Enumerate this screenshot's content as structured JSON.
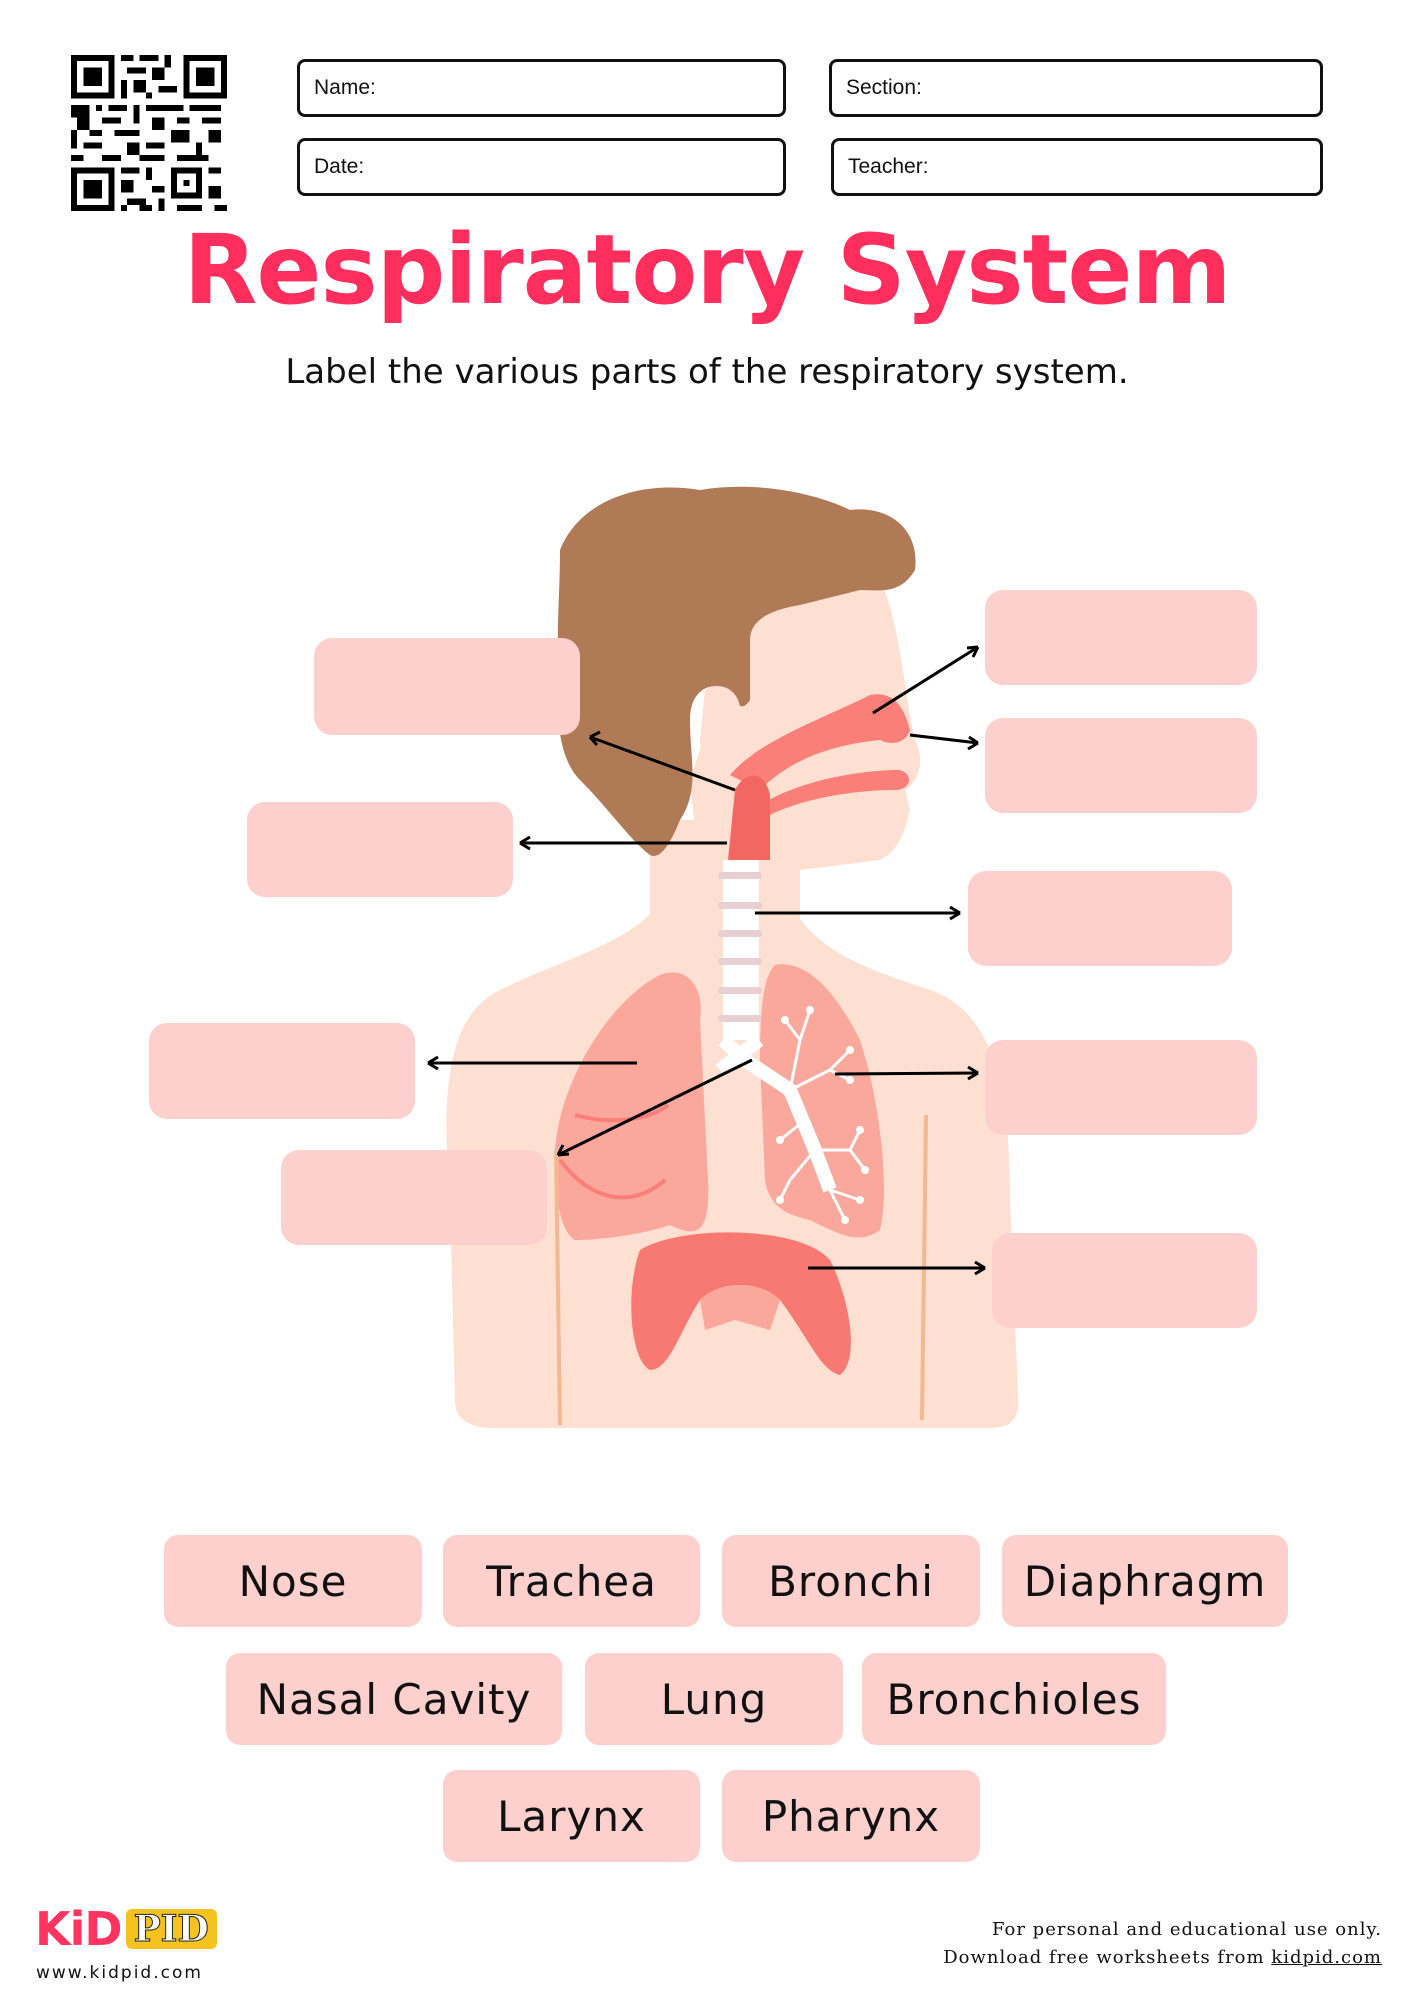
{
  "header": {
    "fields": {
      "name": "Name:",
      "section": "Section:",
      "date": "Date:",
      "teacher": "Teacher:"
    },
    "qr_icon": "qr-code-icon"
  },
  "title": "Respiratory System",
  "subtitle": "Label the various parts of the respiratory system.",
  "diagram": {
    "description": "Illustration of a human head and torso showing the respiratory system with blank label boxes",
    "blank_label_count": 9,
    "colors": {
      "hair": "#b07a57",
      "skin": "#fde0d2",
      "airway": "#fb7f79",
      "lung": "#faa79c",
      "diaphragm": "#f87872",
      "trachea_ring": "#e8d0d2",
      "rib": "#f2b992",
      "label_box": "#fdd0ce"
    }
  },
  "word_bank": {
    "rows": [
      [
        "Nose",
        "Trachea",
        "Bronchi",
        "Diaphragm"
      ],
      [
        "Nasal Cavity",
        "Lung",
        "Bronchioles"
      ],
      [
        "Larynx",
        "Pharynx"
      ]
    ]
  },
  "footer": {
    "logo_kid": "KiD",
    "logo_pid": "PID",
    "logo_url": "www.kidpid.com",
    "line1": "For personal and educational use only.",
    "line2_prefix": "Download free worksheets from ",
    "line2_link": "kidpid.com"
  },
  "colors": {
    "title": "#ff2e5c",
    "chip_bg": "#fdd0ce",
    "logo_pink": "#ff3560",
    "logo_yellow": "#f4c31f"
  }
}
